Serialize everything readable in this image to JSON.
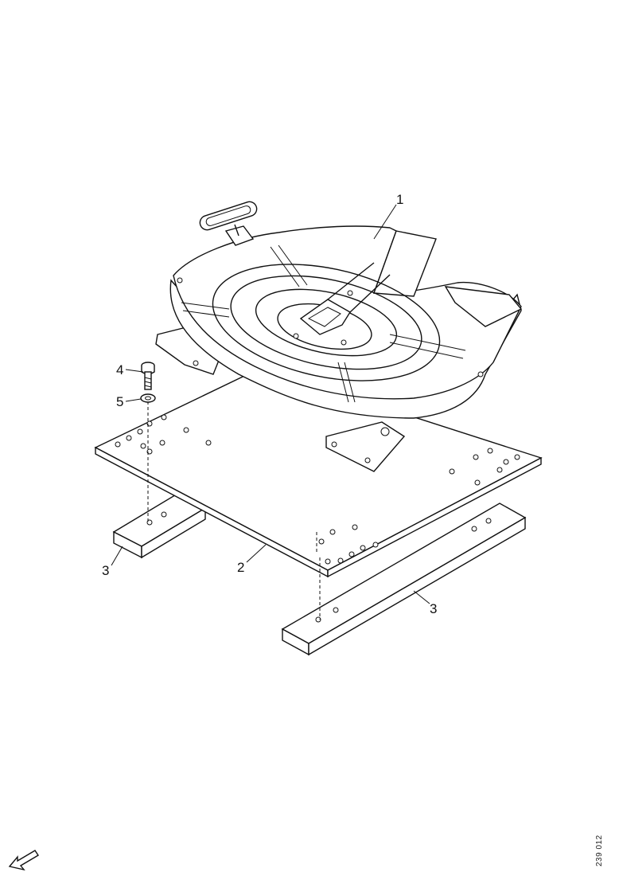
{
  "callouts": {
    "fifth_wheel": "1",
    "mounting_plate": "2",
    "rail_left": "3",
    "rail_right": "3",
    "bolt": "4",
    "washer": "5"
  },
  "document_number": "239 012",
  "icons": {
    "orientation": "forward-direction-arrow-icon"
  }
}
